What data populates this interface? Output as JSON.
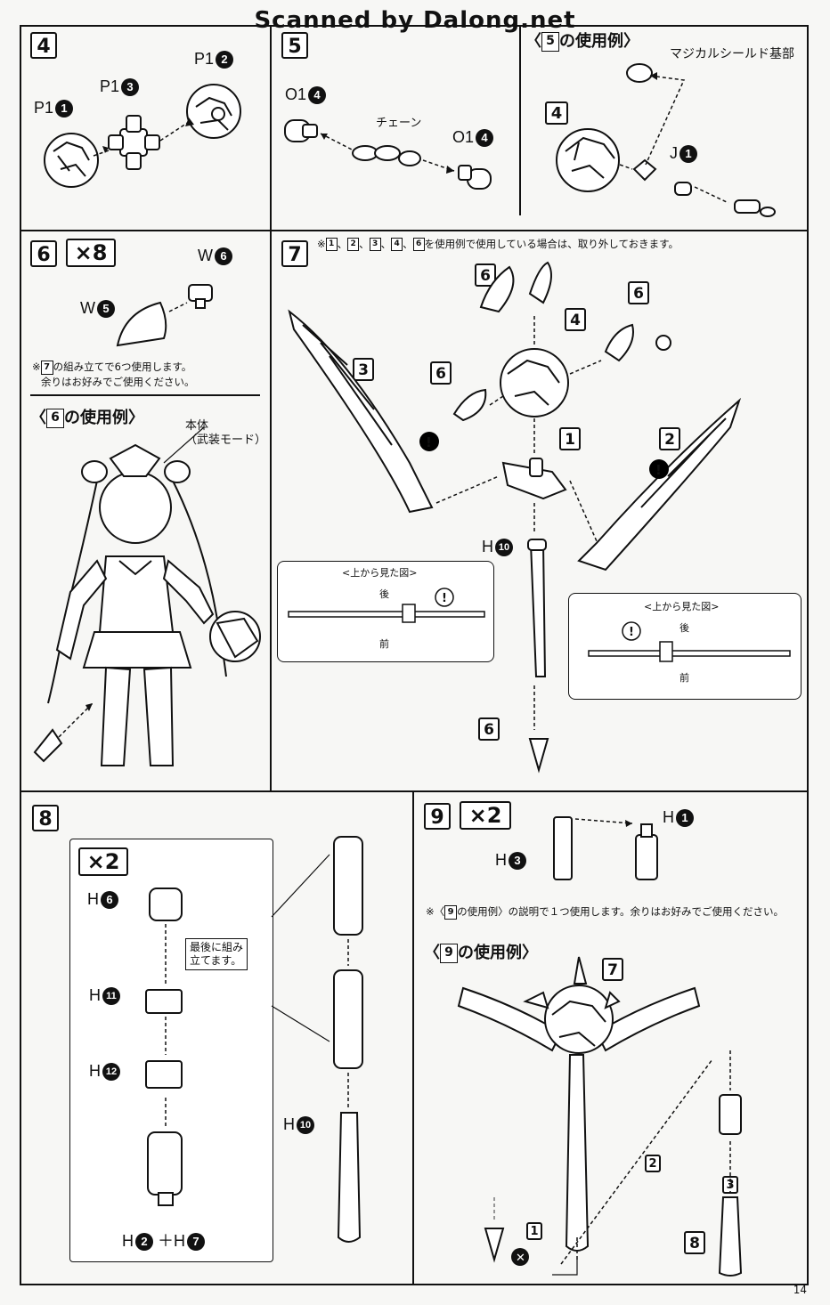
{
  "watermark": "Scanned by Dalong.net",
  "page_number": "14",
  "step4": {
    "step": "4",
    "labels": [
      {
        "prefix": "P1",
        "num": "2"
      },
      {
        "prefix": "P1",
        "num": "3"
      },
      {
        "prefix": "P1",
        "num": "1"
      }
    ]
  },
  "step5": {
    "step": "5",
    "labels": [
      {
        "prefix": "O1",
        "num": "4"
      },
      {
        "prefix": "O1",
        "num": "4"
      }
    ],
    "chain": "チェーン"
  },
  "step5_usage": {
    "heading_ref": "5",
    "heading_text": "の使用例〉",
    "shield_base": "マジカルシールド基部",
    "part_ref": "4",
    "joint_prefix": "J",
    "joint_num": "1"
  },
  "step6": {
    "step": "6",
    "multiplier": "×8",
    "labels": [
      {
        "prefix": "W",
        "num": "6"
      },
      {
        "prefix": "W",
        "num": "5"
      }
    ],
    "note_ref": "7",
    "note_line1": "の組み立てで6つ使用します。",
    "note_line2": "余りはお好みでご使用ください。"
  },
  "step6_usage": {
    "heading_ref": "6",
    "heading_text": "の使用例〉",
    "body_label_line1": "本体",
    "body_label_line2": "（武装モード）"
  },
  "step7": {
    "step": "7",
    "note_refs": [
      "1",
      "2",
      "3",
      "4",
      "6"
    ],
    "note_text": "を使用例で使用している場合は、取り外しておきます。",
    "refs": {
      "r6a": "6",
      "r6b": "6",
      "r6c": "6",
      "r6d": "6",
      "r4": "4",
      "r3": "3",
      "r1": "1",
      "r2": "2"
    },
    "h_prefix": "H",
    "h_num": "10",
    "top_view_title": "<上から見た図>",
    "back": "後",
    "front": "前"
  },
  "step8": {
    "step": "8",
    "multiplier": "×2",
    "labels": [
      {
        "prefix": "H",
        "num": "6"
      },
      {
        "prefix": "H",
        "num": "11"
      },
      {
        "prefix": "H",
        "num": "12"
      },
      {
        "prefix": "H",
        "num": "10"
      }
    ],
    "combo_a": "2",
    "combo_b": "7",
    "callout_line1": "最後に組み",
    "callout_line2": "立てます。"
  },
  "step9": {
    "step": "9",
    "multiplier": "×2",
    "labels": [
      {
        "prefix": "H",
        "num": "1"
      },
      {
        "prefix": "H",
        "num": "3"
      }
    ],
    "note_ref": "9",
    "note_text": "の使用例〉の説明で１つ使用します。余りはお好みでご使用ください。"
  },
  "step9_usage": {
    "heading_ref": "9",
    "heading_text": "の使用例〉",
    "refs": {
      "r7": "7",
      "r2": "2",
      "r3": "3",
      "r1": "1",
      "r8": "8"
    }
  }
}
